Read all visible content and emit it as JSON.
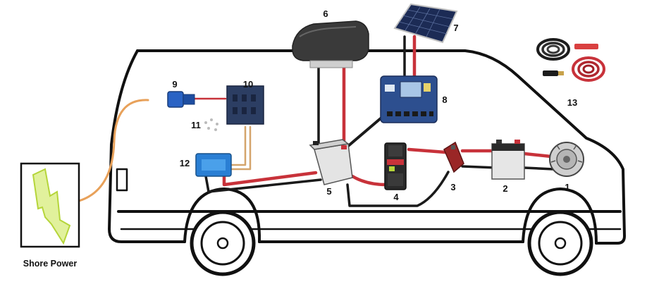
{
  "shore_power": {
    "label": "Shore Power",
    "icon": "lightning-bolt-icon"
  },
  "components": [
    {
      "number": "1",
      "icon": "alternator-icon"
    },
    {
      "number": "2",
      "icon": "starter-battery-icon"
    },
    {
      "number": "3",
      "icon": "battery-isolator-icon"
    },
    {
      "number": "4",
      "icon": "circuit-breaker-icon"
    },
    {
      "number": "5",
      "icon": "house-battery-icon"
    },
    {
      "number": "6",
      "icon": "roof-fan-icon"
    },
    {
      "number": "7",
      "icon": "solar-panel-icon"
    },
    {
      "number": "8",
      "icon": "solar-charge-controller-icon"
    },
    {
      "number": "9",
      "icon": "shore-power-inlet-icon"
    },
    {
      "number": "10",
      "icon": "fuse-box-icon"
    },
    {
      "number": "11",
      "icon": "terminal-connectors-icon"
    },
    {
      "number": "12",
      "icon": "inverter-icon"
    },
    {
      "number": "13",
      "icon": "cable-coils-icon"
    }
  ],
  "colors": {
    "positive_wire": "#c8323a",
    "negative_wire": "#1a1a1a",
    "shore_cable": "#e8a15a",
    "lightning": "#c9e64a",
    "van_outline": "#111111"
  }
}
